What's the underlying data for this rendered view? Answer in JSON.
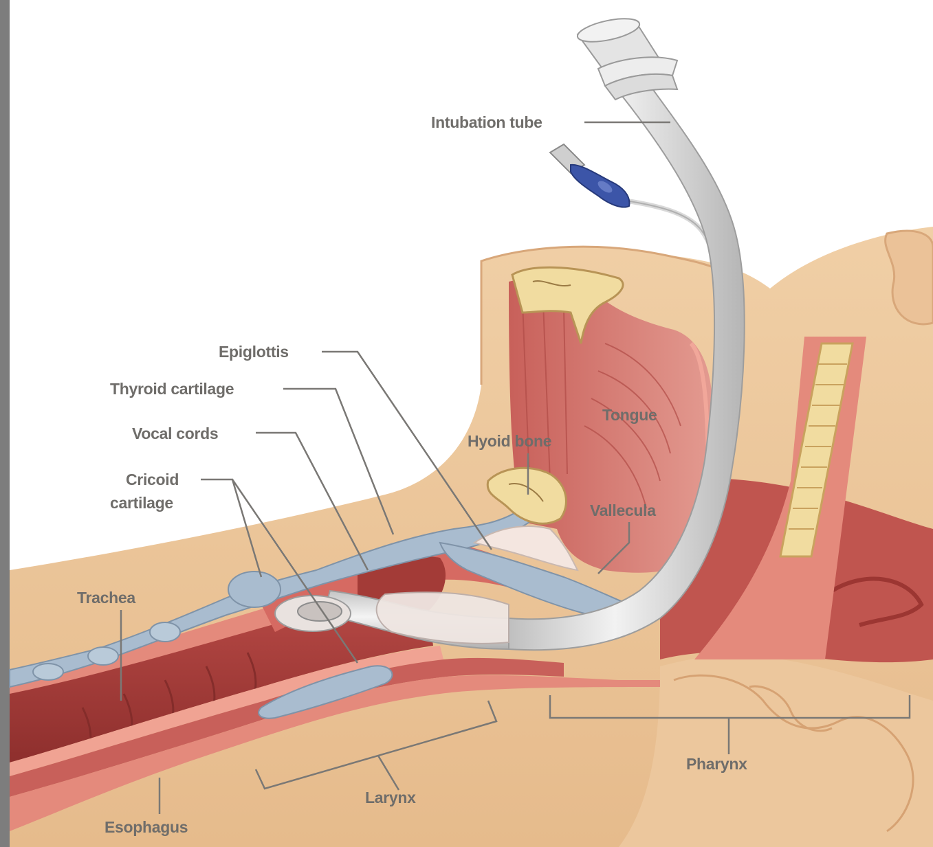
{
  "labels": {
    "intubation_tube": "Intubation tube",
    "epiglottis": "Epiglottis",
    "thyroid_cartilage": "Thyroid cartilage",
    "vocal_cords": "Vocal cords",
    "cricoid_line1": "Cricoid",
    "cricoid_line2": "cartilage",
    "hyoid_bone": "Hyoid bone",
    "tongue": "Tongue",
    "vallecula": "Vallecula",
    "trachea": "Trachea",
    "esophagus": "Esophagus",
    "larynx": "Larynx",
    "pharynx": "Pharynx"
  },
  "colors": {
    "skin": "#e9c49a",
    "skin_light": "#f3d6b2",
    "tissue_red": "#c8605a",
    "tissue_dark": "#a53a37",
    "mucosa": "#e98a7e",
    "cartilage": "#a9bccf",
    "tube": "#d8d8d8",
    "cuff_valve": "#3c55a8",
    "bone": "#f1dca0"
  }
}
